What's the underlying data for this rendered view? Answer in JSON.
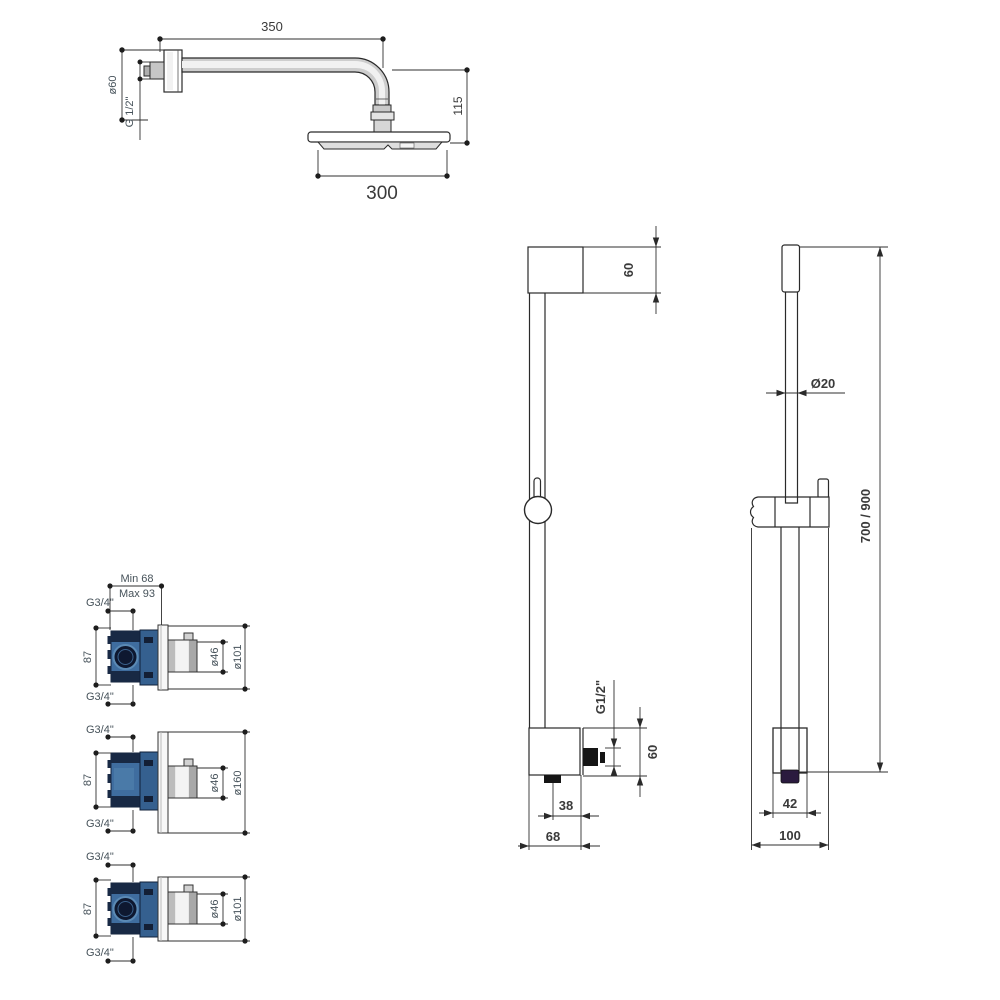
{
  "colors": {
    "background": "#ffffff",
    "line": "#2a2a2a",
    "dim_text": "#3a3a3a",
    "valve_text": "#46525a",
    "chrome_light": "#f1f1f1",
    "chrome_mid": "#cdcdcd",
    "valve_navy": "#182944",
    "valve_blue": "#3f6d9f",
    "valve_ring": "#5b8ab5",
    "handle_cap": "#2a1a3e",
    "fill_black": "#151515"
  },
  "arm": {
    "length": "350",
    "flange": "ø60",
    "thread": "G 1/2\"",
    "drop": "115",
    "head_width": "300"
  },
  "column": {
    "top_height": "60",
    "outlet_thread": "G1/2\"",
    "block_height": "60",
    "outlet_offset": "38",
    "block_depth": "68"
  },
  "rail": {
    "diameter": "Ø20",
    "length": "700 / 900",
    "bracket_width": "42",
    "width": "100"
  },
  "valves": [
    {
      "min": "Min 68",
      "max": "Max 93",
      "top_thread": "G3/4\"",
      "height": "87",
      "bottom_thread": "G3/4\"",
      "cartridge": "ø46",
      "plate": "ø101"
    },
    {
      "top_thread": "G3/4\"",
      "height": "87",
      "bottom_thread": "G3/4\"",
      "cartridge": "ø46",
      "plate": "ø160"
    },
    {
      "top_thread": "G3/4\"",
      "height": "87",
      "bottom_thread": "G3/4\"",
      "cartridge": "ø46",
      "plate": "ø101"
    }
  ]
}
